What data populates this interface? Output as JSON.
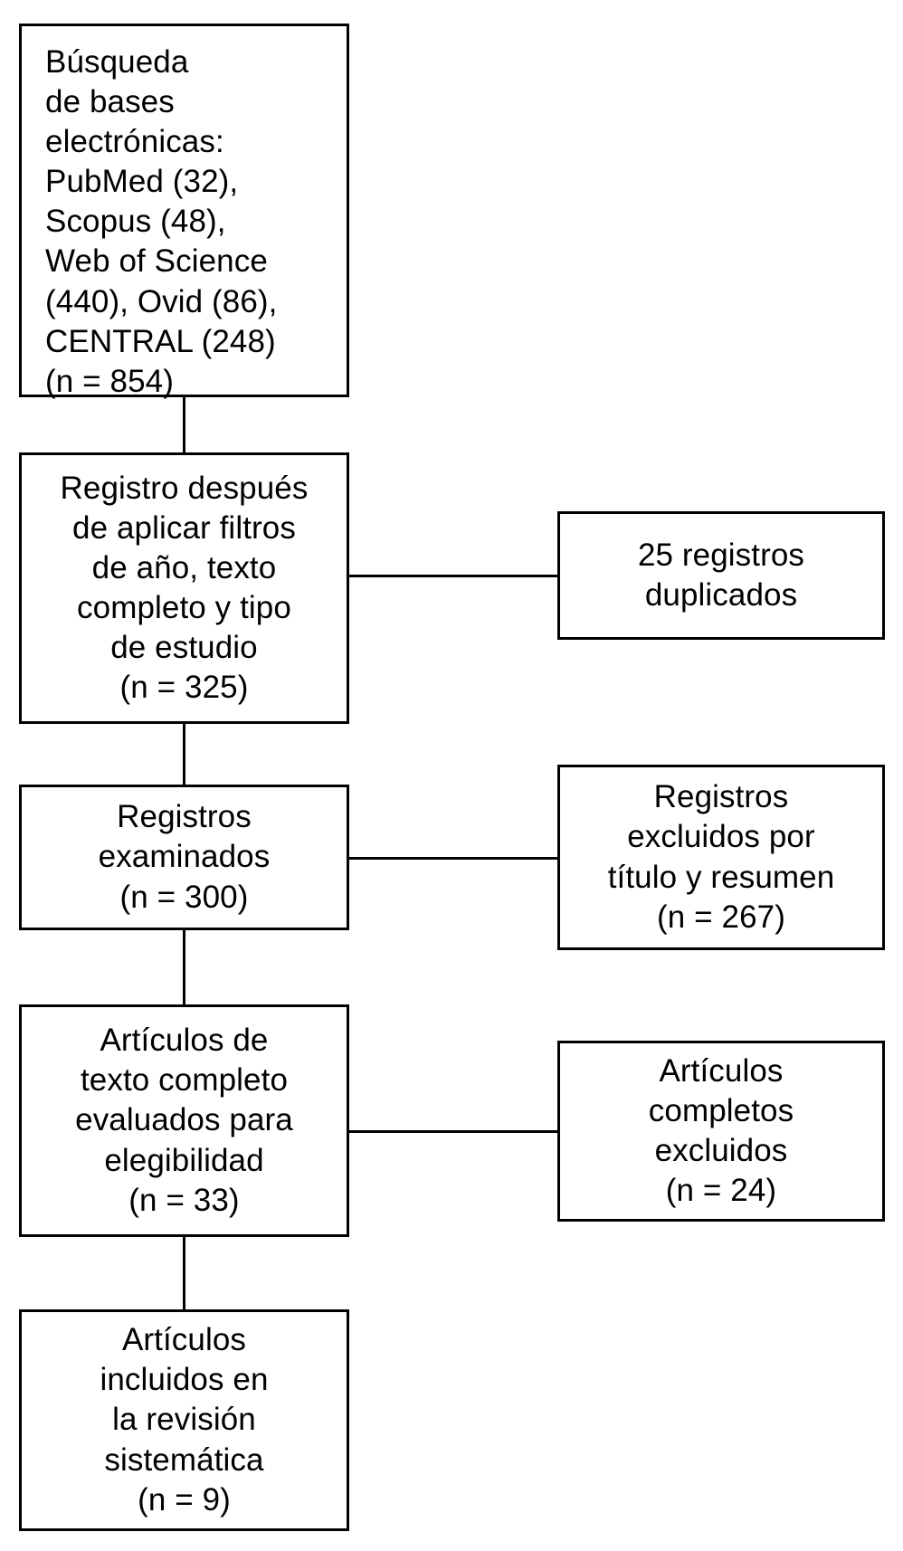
{
  "diagram": {
    "title": "Diagrama de flujo PRISMA",
    "type": "prisma-flow-diagram",
    "stroke_color": "#000000",
    "fill_color": "#ffffff"
  },
  "nodes": {
    "identification": {
      "id": "busqueda-bases-electronicas",
      "text": "Búsqueda\nde bases\nelectrónicas:\nPubMed (32),\nScopus (48),\nWeb of Science\n(440), Ovid (86),\nCENTRAL (248)\n(n = 854)",
      "count": 854,
      "sources": [
        {
          "name": "PubMed",
          "count": 32
        },
        {
          "name": "Scopus",
          "count": 48
        },
        {
          "name": "Web of Science",
          "count": 440
        },
        {
          "name": "Ovid",
          "count": 86
        },
        {
          "name": "CENTRAL",
          "count": 248
        }
      ]
    },
    "after_filters": {
      "id": "registro-despues-filtros",
      "text": "Registro después\nde aplicar filtros\nde año, texto\ncompleto y tipo\nde estudio\n(n = 325)",
      "count": 325
    },
    "screened": {
      "id": "registros-examinados",
      "text": "Registros\nexaminados\n(n = 300)",
      "count": 300
    },
    "fulltext_assessed": {
      "id": "articulos-texto-completo-evaluados",
      "text": "Artículos de\ntexto completo\nevaluados para\nelegibilidad\n(n = 33)",
      "count": 33
    },
    "included": {
      "id": "articulos-incluidos-revision-sistematica",
      "text": "Artículos\nincluidos en\nla revisión\nsistemática\n(n = 9)",
      "count": 9
    },
    "duplicates": {
      "id": "registros-duplicados",
      "text": "25 registros\nduplicados",
      "count": 25
    },
    "excluded_title_abstract": {
      "id": "registros-excluidos-titulo-resumen",
      "text": "Registros\nexcluidos por\ntítulo y resumen\n(n = 267)",
      "count": 267
    },
    "excluded_fulltext": {
      "id": "articulos-completos-excluidos",
      "text": "Artículos\ncompletos\nexcluidos\n(n = 24)",
      "count": 24
    }
  }
}
